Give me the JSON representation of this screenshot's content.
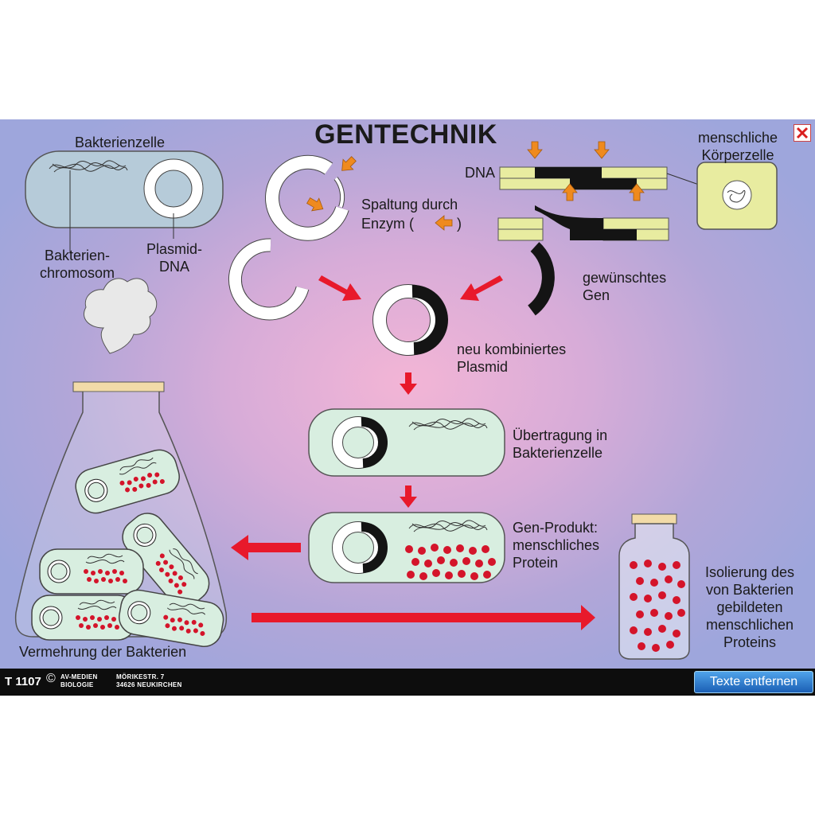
{
  "title": "GENTECHNIK",
  "labels": {
    "bacterial_cell": "Bakterienzelle",
    "bacterial_chromosome_1": "Bakterien-",
    "bacterial_chromosome_2": "chromosom",
    "plasmid_dna_1": "Plasmid-",
    "plasmid_dna_2": "DNA",
    "cleavage_1": "Spaltung durch",
    "cleavage_2a": "Enzym (",
    "cleavage_2b": ")",
    "dna": "DNA",
    "human_cell_1": "menschliche",
    "human_cell_2": "Körperzelle",
    "desired_gene_1": "gewünschtes",
    "desired_gene_2": "Gen",
    "recombined_1": "neu kombiniertes",
    "recombined_2": "Plasmid",
    "transfer_1": "Übertragung in",
    "transfer_2": "Bakterienzelle",
    "product_1": "Gen-Produkt:",
    "product_2": "menschliches",
    "product_3": "Protein",
    "isolation_1": "Isolierung des",
    "isolation_2": "von Bakterien",
    "isolation_3": "gebildeten",
    "isolation_4": "menschlichen",
    "isolation_5": "Proteins",
    "multiplication": "Vermehrung der Bakterien"
  },
  "footer": {
    "code": "T 1107",
    "copyright": "©",
    "publisher": "AV-MEDIEN",
    "subject": "BIOLOGIE",
    "street": "MÖRIKESTR. 7",
    "city": "34626 NEUKIRCHEN",
    "button_label": "Texte entfernen"
  },
  "colors": {
    "cell_fill": "#d8eee0",
    "bacterium_fill": "#b6cbd9",
    "human_cell_fill": "#e8eca0",
    "arrow_red": "#e8192b",
    "arrow_orange": "#ef8a1e",
    "protein": "#d4142a",
    "button": "#2f7fd6"
  },
  "icons": {
    "close": "close-x-icon",
    "enzyme": "orange-arrow-icon"
  }
}
